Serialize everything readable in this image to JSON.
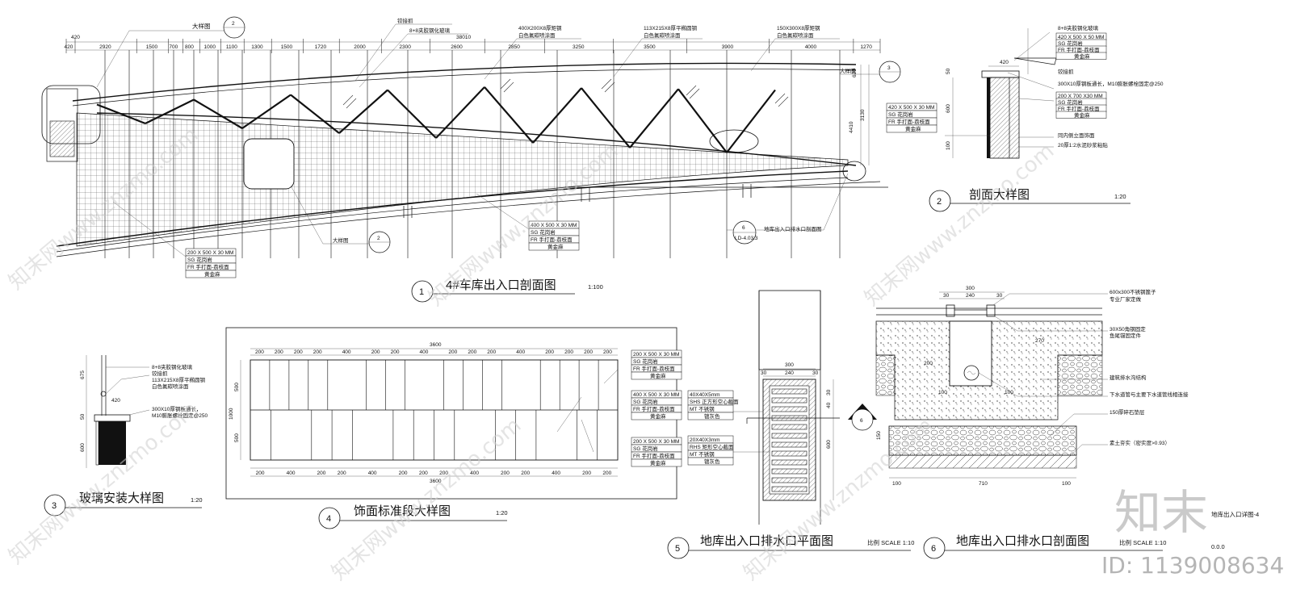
{
  "drawing_titles": {
    "d1": {
      "num": "1",
      "title": "4#车库出入口剖面图",
      "scale": "1:100"
    },
    "d2": {
      "num": "2",
      "title": "剖面大样图",
      "scale": "1:20"
    },
    "d3": {
      "num": "3",
      "title": "玻璃安装大样图",
      "scale": "1:20"
    },
    "d4": {
      "num": "4",
      "title": "饰面标准段大样图",
      "scale": "1:20"
    },
    "d5": {
      "num": "5",
      "title": "地库出入口排水口平面图",
      "scale": "比例 SCALE 1:10"
    },
    "d6": {
      "num": "6",
      "title": "地库出入口排水口剖面图",
      "scale": "比例 SCALE 1:10"
    }
  },
  "section1": {
    "dims_top": [
      "420",
      "2920",
      "1500",
      "700",
      "800",
      "1000",
      "1100",
      "1300",
      "1500",
      "1720",
      "2000",
      "2300",
      "2600",
      "2850",
      "3250",
      "3500",
      "3900",
      "4000",
      "1270"
    ],
    "overall": "38010",
    "dim_left_420": "420",
    "labels": {
      "detail_top": "大样图",
      "bubble_top": "2",
      "hinge": "铰接抓",
      "glass": "8+8夹胶钢化玻璃",
      "steel1a": "400X200X8厚矩钢",
      "steel1b": "白色氟碳喷涂面",
      "steel2a": "113X215X8厚平椭圆钢",
      "steel2b": "白色氟碳喷涂面",
      "steel3a": "150X300X8厚矩钢",
      "steel3b": "白色氟碳喷涂面",
      "detail_mid": "大样图",
      "bubble_right": "3",
      "detail_right": "大样图",
      "bubble_bottom": "2",
      "dim_v1": "620",
      "dim_v2": "3130",
      "dim_v3": "4410",
      "drain_bubble": "6",
      "drain_ref": "LD-4.03.3",
      "drain_text": "地库出入口排水口剖面图"
    },
    "spec_boxes": [
      {
        "rows": [
          "200 X 500 X 30 MM",
          "SG       花岗岩",
          "FR 手打面-荔枝面",
          "黄金麻"
        ]
      },
      {
        "rows": [
          "400 X 500 X 30 MM",
          "SG       花岗岩",
          "FR 手打面-荔枝面",
          "黄金麻"
        ]
      },
      {
        "rows": [
          "420 X 500 X 30 MM",
          "SG       花岗岩",
          "FR 手打面-荔枝面",
          "黄金麻"
        ]
      }
    ]
  },
  "section2": {
    "dim_420": "420",
    "dim_50": "50",
    "dim_600": "600",
    "dim_100": "100",
    "labels": [
      "8+8夹胶钢化玻璃",
      "420 X 500 X 50 MM",
      "SG       花岗岩",
      "FR 手打面-荔枝面",
      "黄金麻",
      "铰接抓",
      "300X10厚钢板通长，M10膨胀螺栓固定@250",
      "200 X 700 X30 MM",
      "SG       花岗岩",
      "FR 手打面-荔枝面",
      "黄金麻",
      "同内侧立面饰面",
      "20厚1:2水泥砂浆粘贴"
    ]
  },
  "section3": {
    "dims": [
      "675",
      "420",
      "50",
      "600"
    ],
    "labels": [
      "8+8夹胶钢化玻璃",
      "铰接抓",
      "113X215X8厚平椭圆钢",
      "白色氟碳喷涂面",
      "300X10厚钢板通长，",
      "M10膨胀螺栓固定@250"
    ]
  },
  "section4": {
    "overall_top": "3600",
    "overall_bottom": "3600",
    "top_dims": [
      "200",
      "200",
      "200",
      "200",
      "400",
      "200",
      "200",
      "400",
      "200",
      "200",
      "200",
      "400",
      "200",
      "200",
      "200",
      "200"
    ],
    "bottom_dims": [
      "200",
      "400",
      "200",
      "200",
      "400",
      "200",
      "200",
      "200",
      "400",
      "200",
      "200",
      "400",
      "200",
      "200"
    ],
    "left_dims": [
      "500",
      "1000",
      "500"
    ],
    "spec_boxes": [
      {
        "rows": [
          "200 X 500 X 30 MM",
          "SG       花岗岩",
          "FR 手打面-荔枝面",
          "黄金麻"
        ]
      },
      {
        "rows": [
          "400 X 500 X 30 MM",
          "SG       花岗岩",
          "FR 手打面-荔枝面",
          "黄金麻"
        ]
      },
      {
        "rows": [
          "200 X 500 X 30 MM",
          "SG       花岗岩",
          "FR 手打面-荔枝面",
          "黄金麻"
        ]
      }
    ]
  },
  "section5": {
    "dim_300": "300",
    "dim_30a": "30",
    "dim_240": "240",
    "dim_30b": "30",
    "right_dims": [
      "30",
      "40",
      "600"
    ],
    "bubble": "6",
    "spec_boxes": [
      {
        "rows": [
          "40X40X5mm",
          "SHS 正方形空心截面",
          "MT       不锈钢",
          "镀灰色"
        ]
      },
      {
        "rows": [
          "20X40X3mm",
          "RHS 矩形空心截面",
          "MT       不锈钢",
          "镀灰色"
        ]
      }
    ]
  },
  "section6": {
    "top_dims": [
      "300",
      "30",
      "240",
      "30"
    ],
    "dim_270": "270",
    "dim_200": "200",
    "dim_100a": "100",
    "dim_100b": "100",
    "dim_150": "150",
    "bottom_dims": [
      "100",
      "710",
      "100"
    ],
    "labels": [
      "600x300不锈钢篦子",
      "专业厂家定做",
      "30X50角钢固定",
      "鱼尾锚固定件",
      "建筑排水沟结构",
      "下水道管与主要下水道管线相连接",
      "150厚碎石垫层",
      "素土夯实（密实度>0.93）"
    ],
    "sheet_ref": "地库出入口详图-4",
    "page_code": "0.0.0"
  },
  "watermark": {
    "brand": "知末",
    "id": "ID: 1139008634",
    "repeat": "知末网www.znzmo.com"
  }
}
